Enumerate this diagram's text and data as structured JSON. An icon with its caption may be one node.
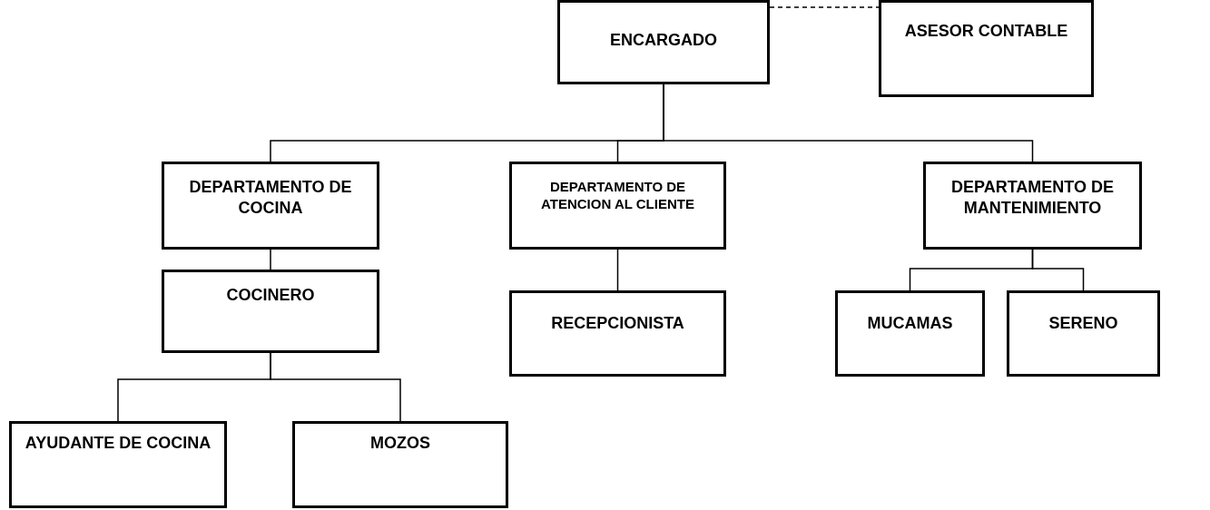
{
  "diagram": {
    "nodes": [
      {
        "text": [
          "ENCARGADO"
        ]
      },
      {
        "text": [
          "ASESOR CONTABLE"
        ]
      },
      {
        "text": [
          "DEPARTAMENTO DE COCINA"
        ]
      },
      {
        "text": [
          "DEPARTAMENTO DE ATENCION AL CLIENTE"
        ]
      },
      {
        "text": [
          "DEPARTAMENTO DE MANTENIMIENTO"
        ]
      },
      {
        "text": [
          "COCINERO"
        ]
      },
      {
        "text": [
          "RECEPCIONISTA"
        ]
      },
      {
        "text": [
          "MUCAMAS"
        ]
      },
      {
        "text": [
          "SERENO"
        ]
      },
      {
        "text": [
          "AYUDANTE DE COCINA"
        ]
      },
      {
        "text": [
          "MOZOS"
        ]
      }
    ],
    "edges": [
      {
        "from": 0,
        "to": 1,
        "arrow": "none",
        "style": "dashed"
      },
      {
        "from": 0,
        "to": 2,
        "arrow": "none"
      },
      {
        "from": 0,
        "to": 3,
        "arrow": "none"
      },
      {
        "from": 0,
        "to": 4,
        "arrow": "none"
      },
      {
        "from": 2,
        "to": 5,
        "arrow": "none"
      },
      {
        "from": 3,
        "to": 6,
        "arrow": "none"
      },
      {
        "from": 4,
        "to": 7,
        "arrow": "none"
      },
      {
        "from": 4,
        "to": 8,
        "arrow": "none"
      },
      {
        "from": 5,
        "to": 9,
        "arrow": "none"
      },
      {
        "from": 5,
        "to": 10,
        "arrow": "none"
      }
    ]
  }
}
